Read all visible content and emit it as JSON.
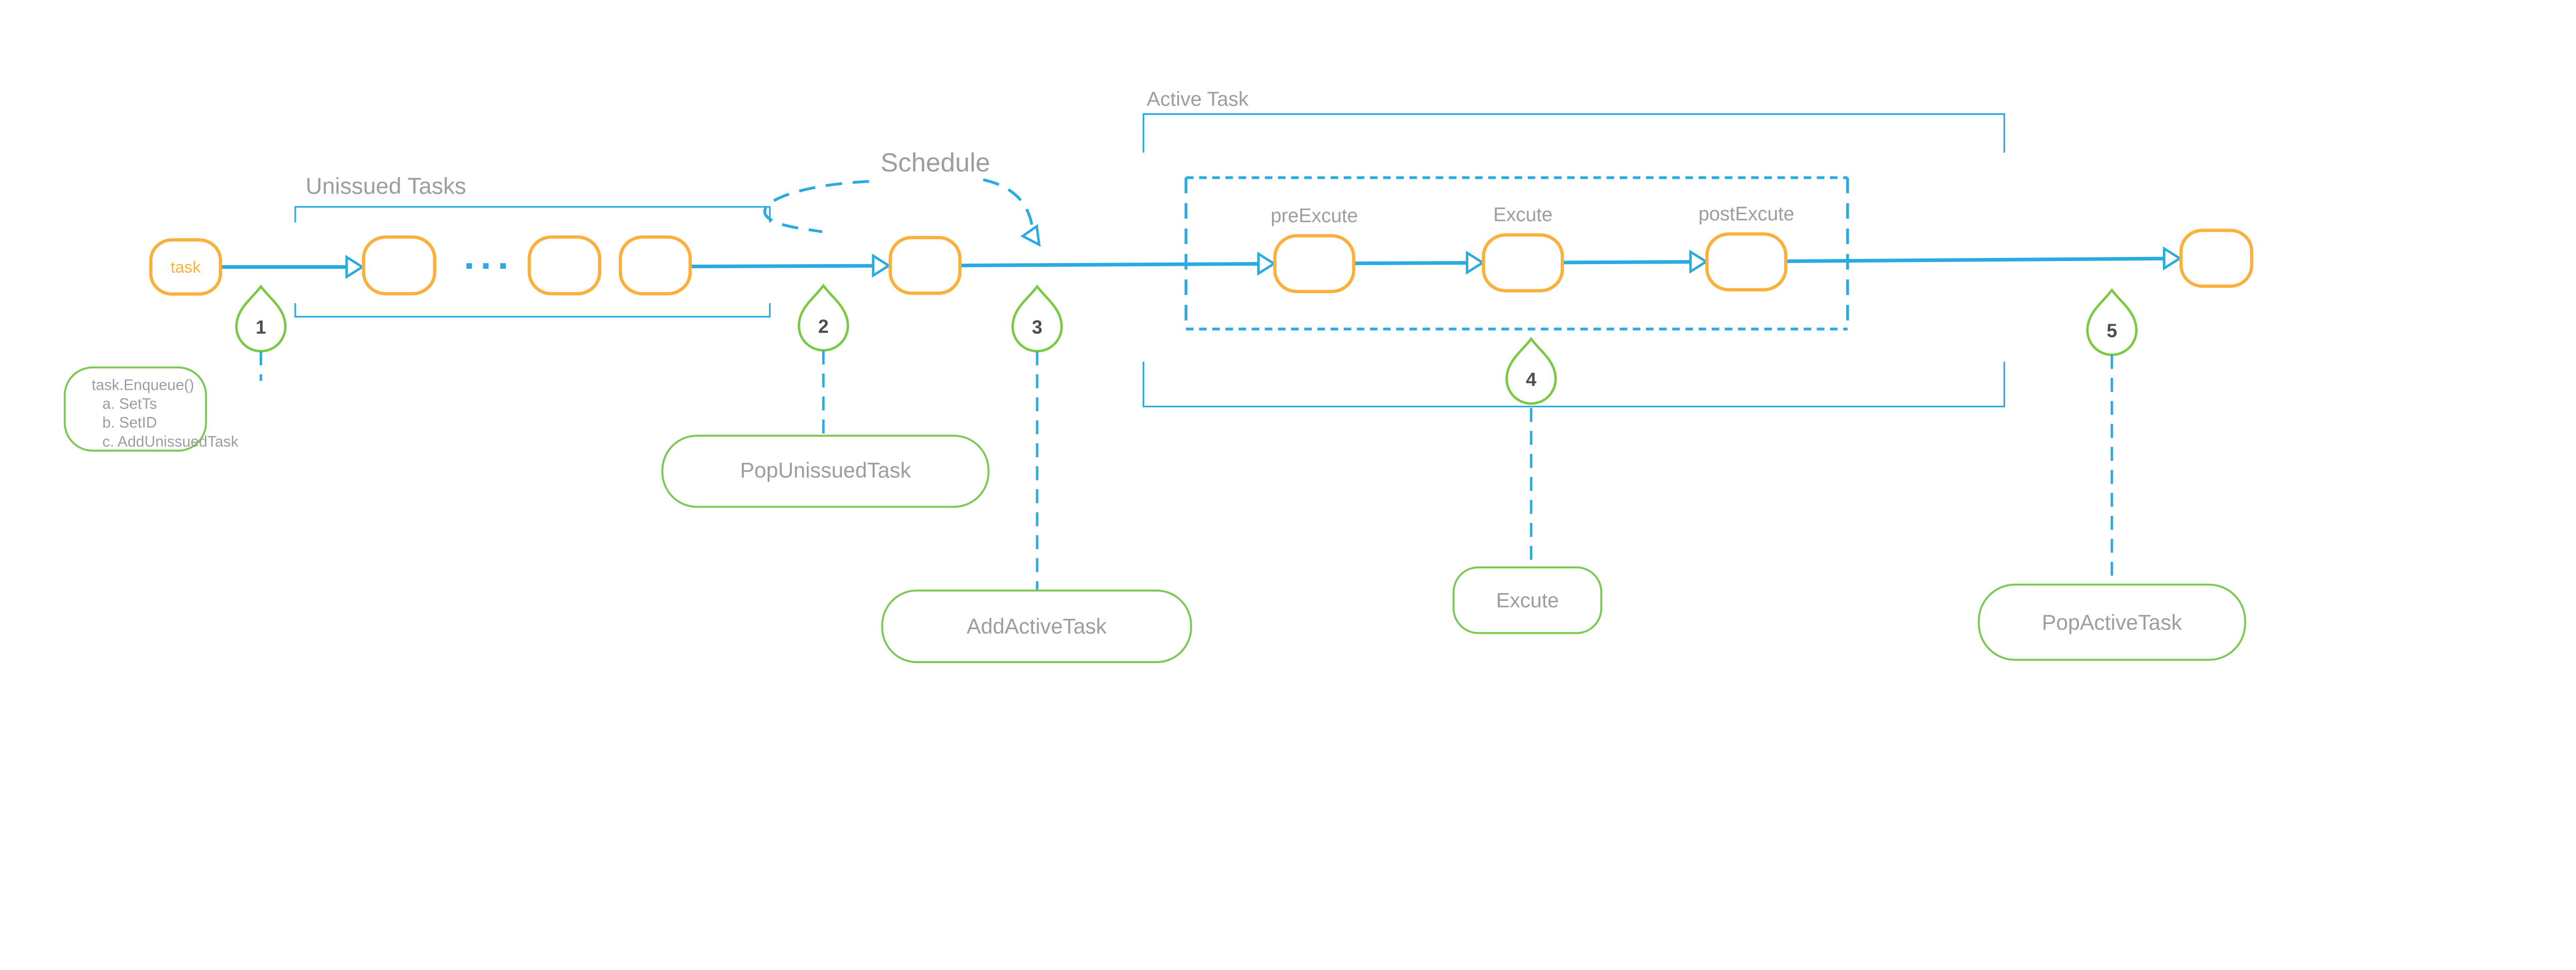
{
  "labels": {
    "unissued_tasks": "Unissued Tasks",
    "schedule": "Schedule",
    "active_task": "Active Task",
    "task_node": "task",
    "pre_excute": "preExcute",
    "excute": "Excute",
    "post_excute": "postExcute"
  },
  "markers": [
    {
      "number": "1"
    },
    {
      "number": "2"
    },
    {
      "number": "3"
    },
    {
      "number": "4"
    },
    {
      "number": "5"
    }
  ],
  "callouts": {
    "enqueue": {
      "lines": [
        "task.Enqueue()",
        "a. SetTs",
        "b. SetID",
        "c. AddUnissuedTask"
      ]
    },
    "pop_unissued": "PopUnissuedTask",
    "add_active": "AddActiveTask",
    "excute": "Excute",
    "pop_active": "PopActiveTask"
  },
  "colors": {
    "blue": "#29ABE2",
    "orange": "#FBB03B",
    "green": "#7AC943",
    "green_box": "#7DC855",
    "gray_text": "#9B9EA0",
    "dark_text": "#4D4D4D"
  }
}
